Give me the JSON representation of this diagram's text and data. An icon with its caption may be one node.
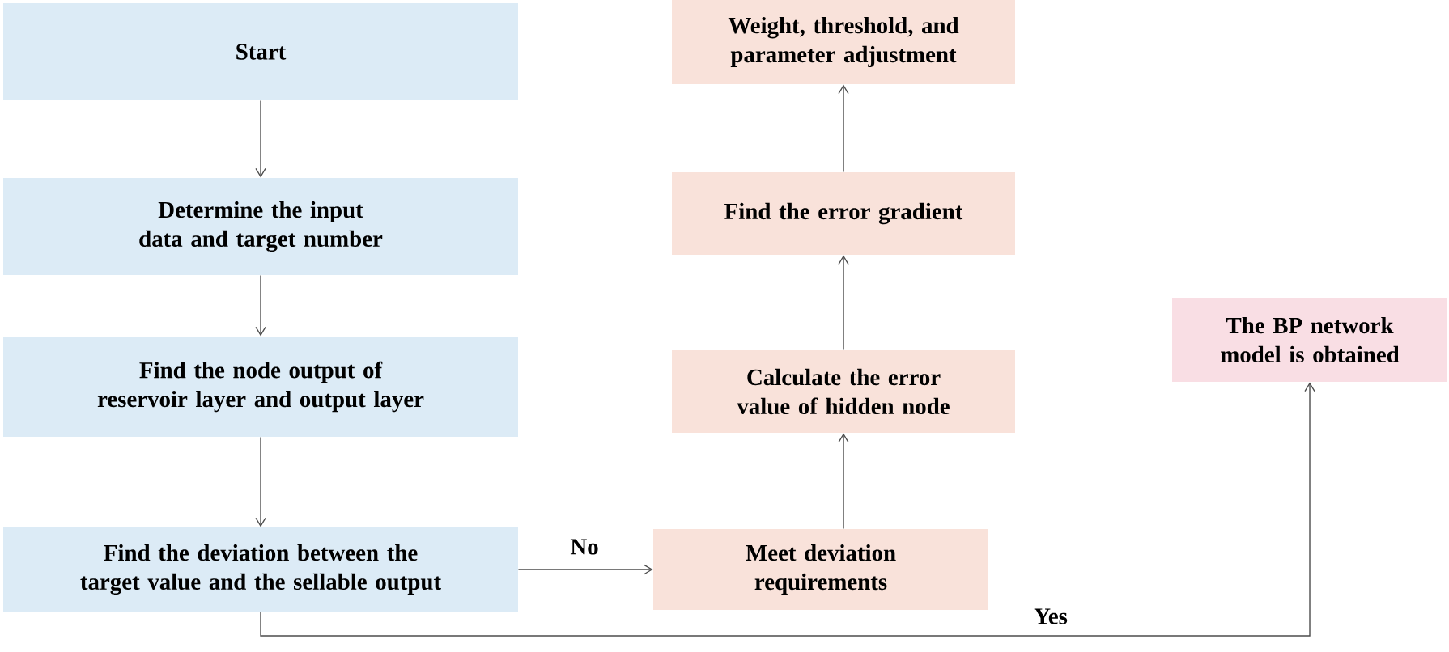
{
  "diagram": {
    "nodes": [
      {
        "text": [
          "Start"
        ]
      },
      {
        "text": [
          "Determine the input data and target number"
        ]
      },
      {
        "text": [
          "Find the node output of reservoir layer and output layer"
        ]
      },
      {
        "text": [
          "Find the deviation between the target value and the sellable output"
        ]
      },
      {
        "text": [
          "Meet deviation requirements"
        ]
      },
      {
        "text": [
          "Calculate the error value of hidden node"
        ]
      },
      {
        "text": [
          "Find the error gradient"
        ]
      },
      {
        "text": [
          "Weight, threshold, and parameter adjustment"
        ]
      },
      {
        "text": [
          "The BP network model is obtained"
        ]
      }
    ],
    "edges": [
      {
        "from": 0,
        "to": 1,
        "arrow": "to"
      },
      {
        "from": 1,
        "to": 2,
        "arrow": "to"
      },
      {
        "from": 2,
        "to": 3,
        "arrow": "to"
      },
      {
        "from": 3,
        "to": 4,
        "arrow": "to",
        "label": "No"
      },
      {
        "from": 4,
        "to": 5,
        "arrow": "to"
      },
      {
        "from": 5,
        "to": 6,
        "arrow": "to"
      },
      {
        "from": 6,
        "to": 7,
        "arrow": "to"
      },
      {
        "from": 3,
        "to": 8,
        "arrow": "to",
        "label": "Yes"
      }
    ]
  }
}
